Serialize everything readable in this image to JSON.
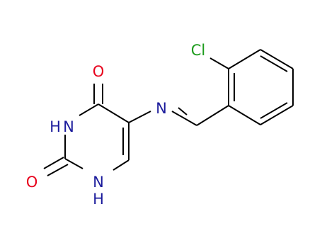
{
  "molecule": {
    "atoms": {
      "carbonyl_oxygen_top": "O",
      "nh_ring_left": "H",
      "nh_ring_left_n": "N",
      "carbonyl_oxygen_bottom": "O",
      "nh_ring_bottom_n": "N",
      "nh_ring_bottom_h": "H",
      "imine_n": "N",
      "chlorine": "Cl"
    },
    "colors": {
      "bond": "#000000",
      "oxygen": "#e8001c",
      "nitrogen": "#1c1c9c",
      "chlorine": "#1a9a1a"
    }
  }
}
